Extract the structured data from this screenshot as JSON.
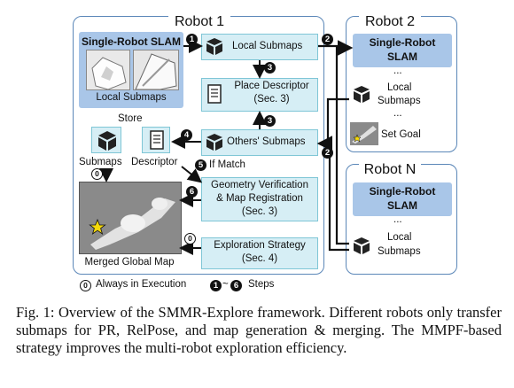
{
  "robot1": {
    "title": "Robot 1",
    "slam_title": "Single-Robot SLAM",
    "local_submaps_label": "Local Submaps",
    "store_label": "Store",
    "submaps_label": "Submaps",
    "descriptor_label": "Descriptor",
    "if_match_label": "If Match",
    "merged_map_label": "Merged Global Map",
    "local_submaps_box": "Local Submaps",
    "place_descriptor_box": [
      "Place Descriptor",
      "(Sec. 3)"
    ],
    "others_submaps_box": "Others' Submaps",
    "geometry_box": [
      "Geometry Verification",
      "& Map Registration",
      "(Sec. 3)"
    ],
    "exploration_box": [
      "Exploration Strategy",
      "(Sec. 4)"
    ]
  },
  "robot2": {
    "title": "Robot 2",
    "slam": [
      "Single-Robot",
      "SLAM"
    ],
    "dots1": "...",
    "local_submaps": [
      "Local",
      "Submaps"
    ],
    "dots2": "...",
    "set_goal": "Set Goal"
  },
  "robotN": {
    "title": "Robot N",
    "slam": [
      "Single-Robot",
      "SLAM"
    ],
    "dots": "...",
    "local_submaps": [
      "Local",
      "Submaps"
    ]
  },
  "step_numbers": {
    "s0": "0",
    "s1": "1",
    "s2": "2",
    "s3": "3",
    "s4": "4",
    "s5": "5",
    "s6": "6"
  },
  "legend": {
    "always": "Always in Execution",
    "range_sep": "~",
    "steps": "Steps"
  },
  "caption": "Fig. 1: Overview of the SMMR-Explore framework. Different robots only transfer submaps for PR, RelPose, and map generation & merging. The MMPF-based strategy improves the multi-robot exploration efficiency.",
  "colors": {
    "panel_border": "#5b87b8",
    "slam_blue": "#a9c6e8",
    "module_fill": "#d6eef5",
    "module_border": "#7fc6d6",
    "goal_star": "#f5d90a"
  }
}
